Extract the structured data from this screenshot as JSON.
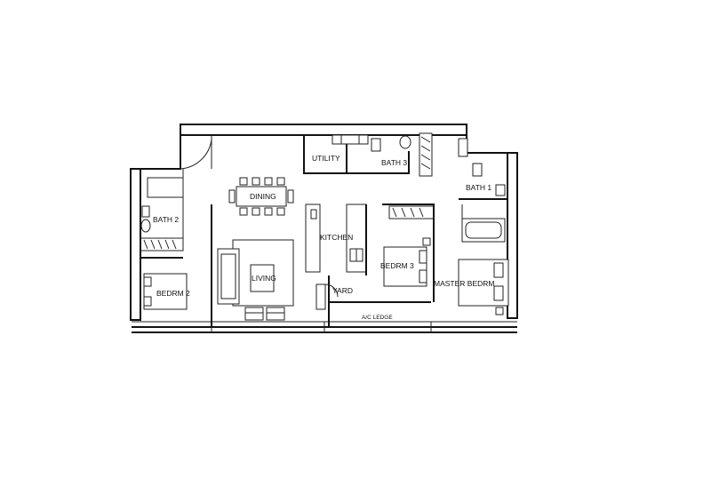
{
  "floorplan": {
    "rooms": {
      "utility": "UTILITY",
      "bath3": "BATH 3",
      "bath1": "BATH 1",
      "dining": "DINING",
      "bath2": "BATH 2",
      "kitchen": "KITCHEN",
      "bedrm3": "BEDRM 3",
      "master_bedrm": "MASTER BEDRM",
      "living": "LIVING",
      "bedrm2": "BEDRM 2",
      "yard": "YARD",
      "ac_ledge": "A/C LEDGE"
    }
  }
}
